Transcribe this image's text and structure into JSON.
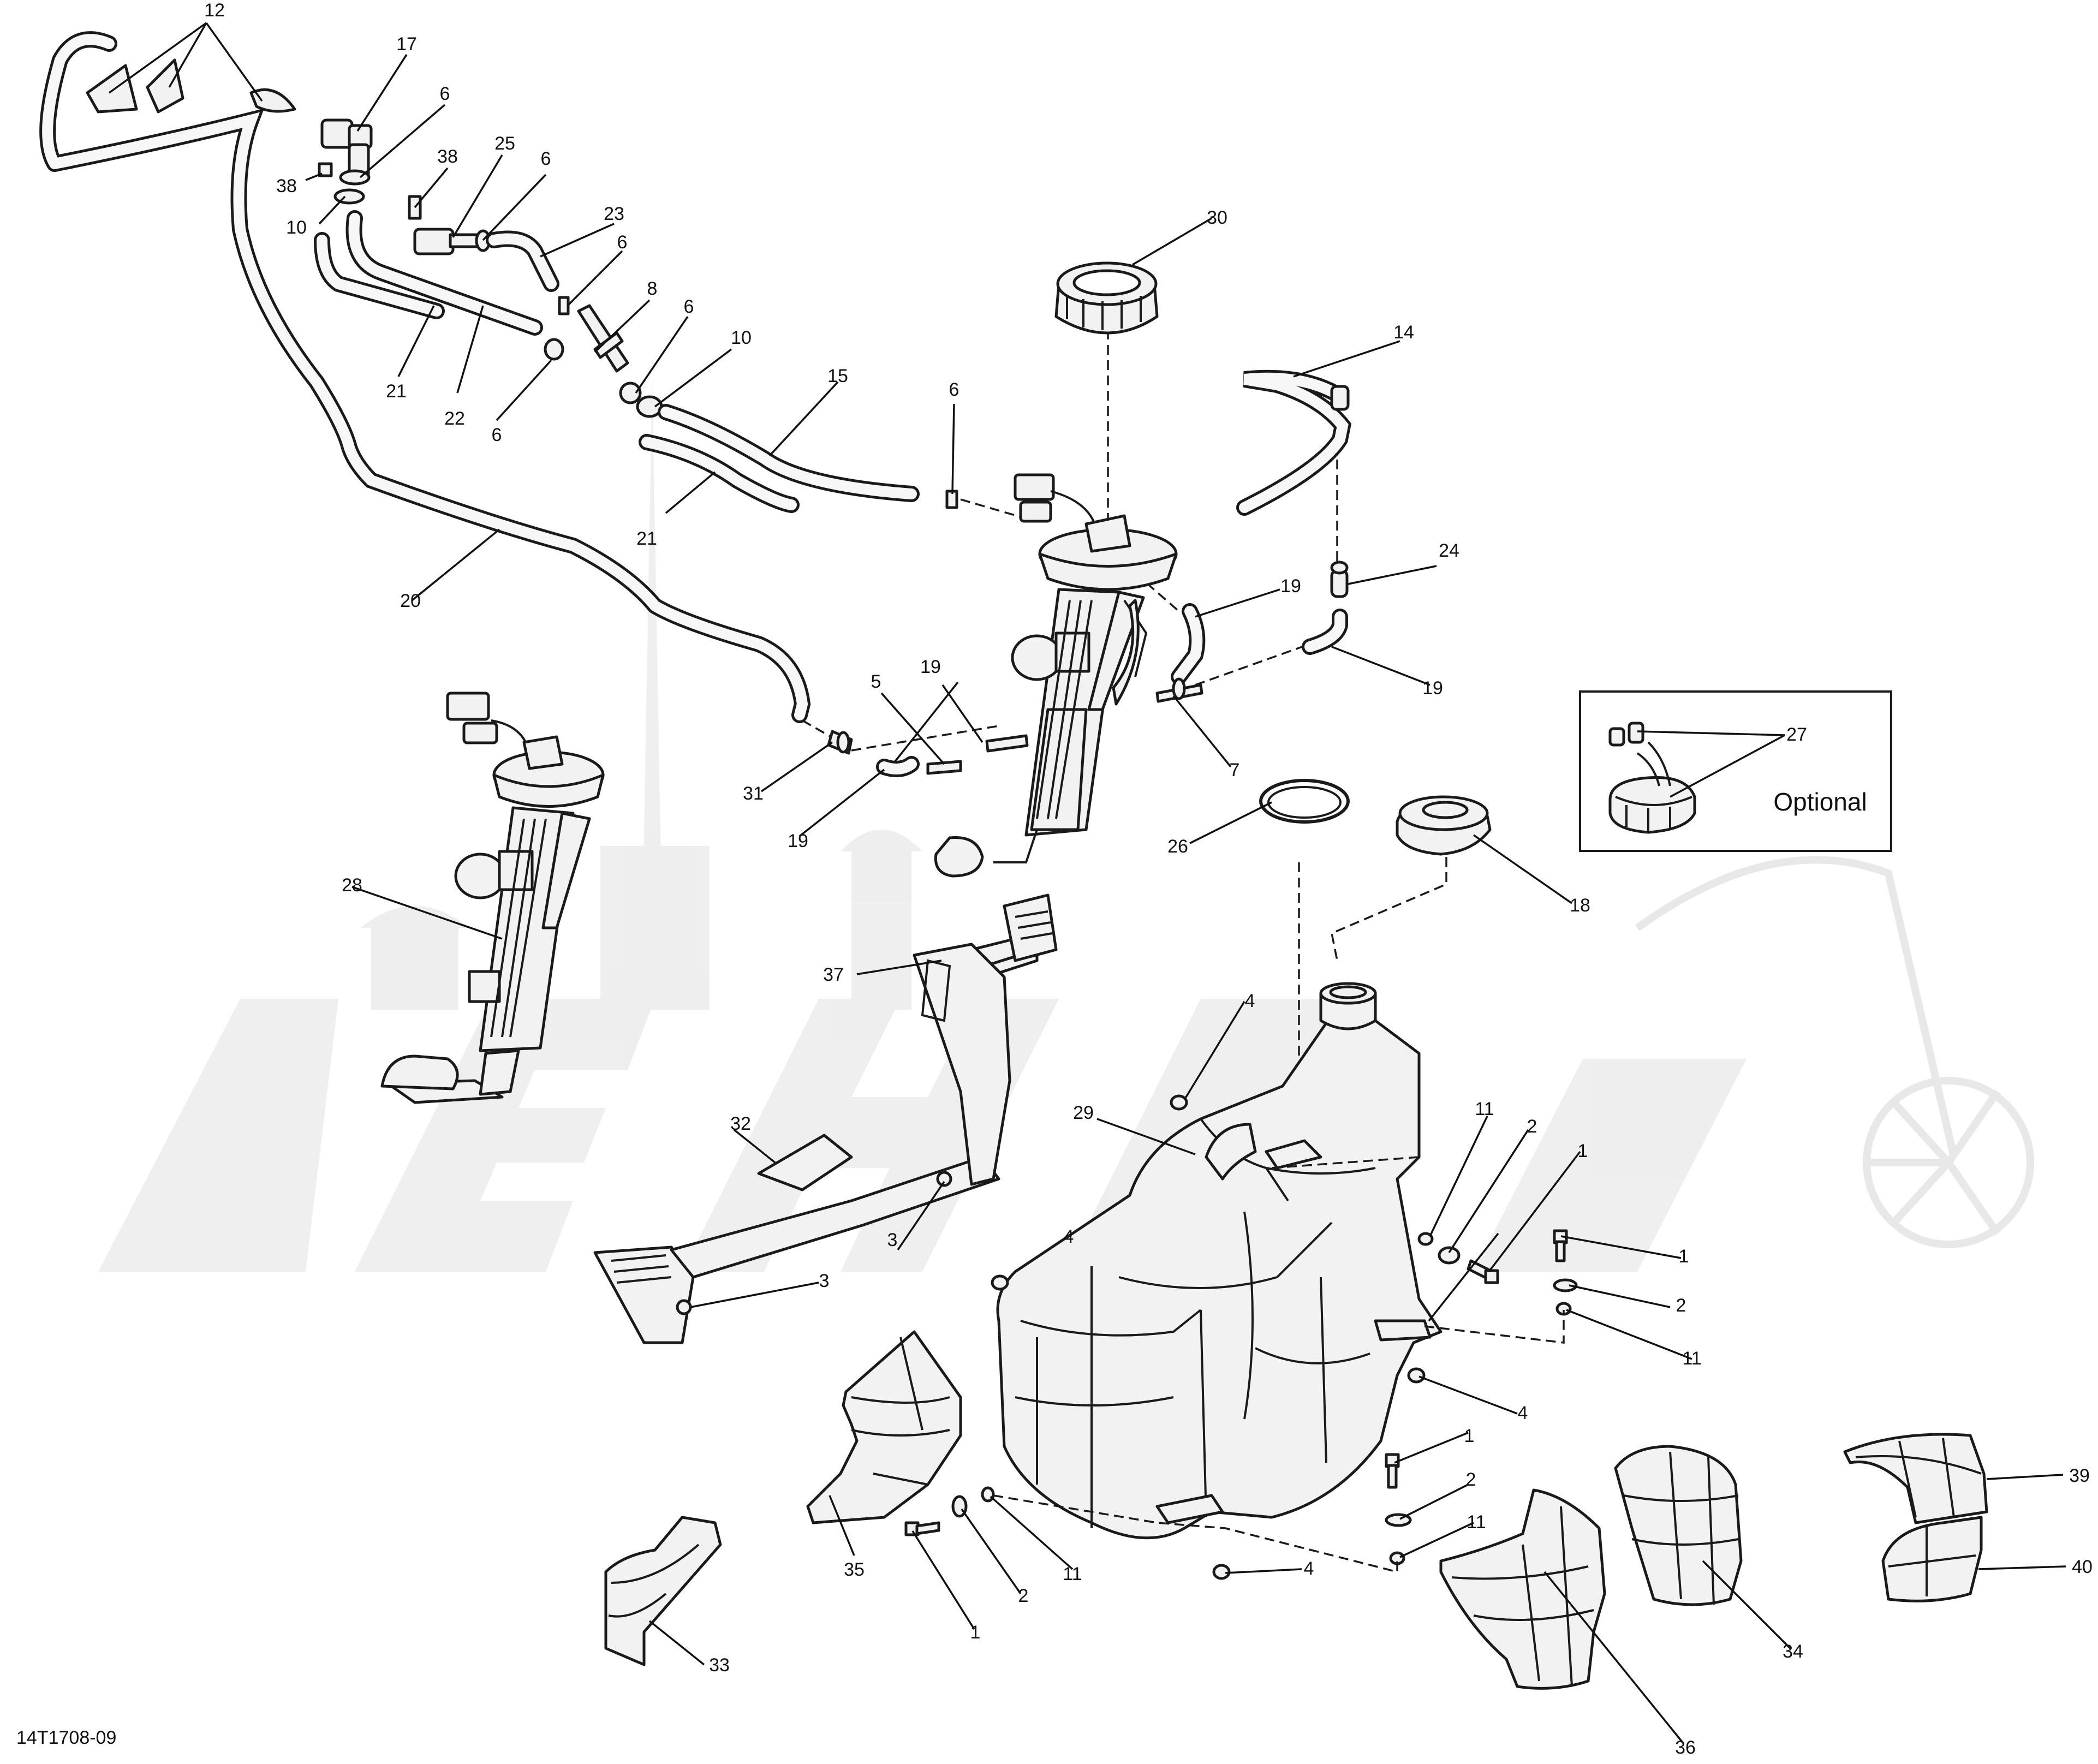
{
  "diagram": {
    "drawing_number": "14T1708-09",
    "optional_box_label": "Optional",
    "callouts": {
      "c12": "12",
      "c17": "17",
      "c6a": "6",
      "c38a": "38",
      "c10a": "10",
      "c38b": "38",
      "c25": "25",
      "c6b": "6",
      "c23": "23",
      "c6c": "6",
      "c8": "8",
      "c6d": "6",
      "c10b": "10",
      "c21a": "21",
      "c22": "22",
      "c6e": "6",
      "c15": "15",
      "c21b": "21",
      "c6f": "6",
      "c30": "30",
      "c14": "14",
      "c24": "24",
      "c19a": "19",
      "c19b": "19",
      "c20": "20",
      "c19c": "19",
      "c5": "5",
      "c31": "31",
      "c19d": "19",
      "c7": "7",
      "c27": "27",
      "c26": "26",
      "c18": "18",
      "c28": "28",
      "c37": "37",
      "c4a": "4",
      "c29": "29",
      "c32": "32",
      "c3a": "3",
      "c3b": "3",
      "c11a": "11",
      "c2a": "2",
      "c1a": "1",
      "c4b": "4",
      "c1b": "1",
      "c2b": "2",
      "c11b": "11",
      "c4c": "4",
      "c1c": "1",
      "c2c": "2",
      "c11c": "11",
      "c39": "39",
      "c40": "40",
      "c35": "35",
      "c1d": "1",
      "c2d": "2",
      "c11d": "11",
      "c4d": "4",
      "c33": "33",
      "c34": "34",
      "c36": "36"
    }
  }
}
